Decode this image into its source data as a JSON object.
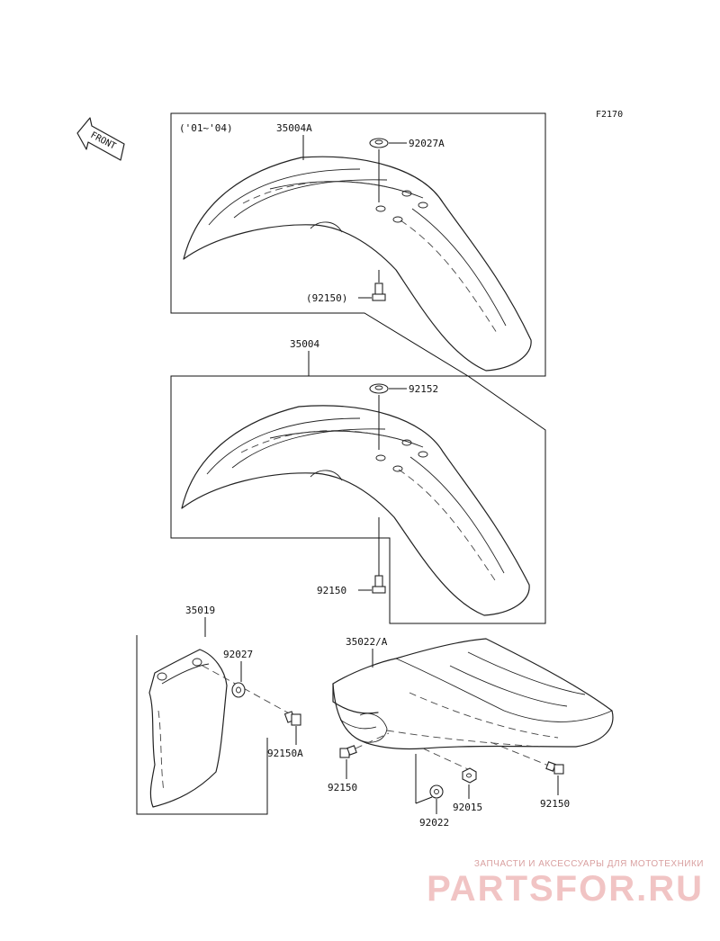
{
  "figure_code": "F2170",
  "front_label": "FRONT",
  "year_range": "('01~'04)",
  "parts": {
    "fender_a": "35004A",
    "washer_a": "92027A",
    "bolt_a": "(92150)",
    "fender": "35004",
    "washer_b": "92152",
    "bolt_b": "92150",
    "guard": "35019",
    "washer_c": "92027",
    "bolt_c": "92150A",
    "rear_fender": "35022/A",
    "bolt_d": "92150",
    "bolt_e": "92150",
    "nut": "92015",
    "collar": "92022"
  },
  "watermark": {
    "caption": "ЗАПЧАСТИ И АКСЕССУАРЫ ДЛЯ МОТОТЕХНИКИ",
    "logo": "PARTSFOR.RU"
  }
}
